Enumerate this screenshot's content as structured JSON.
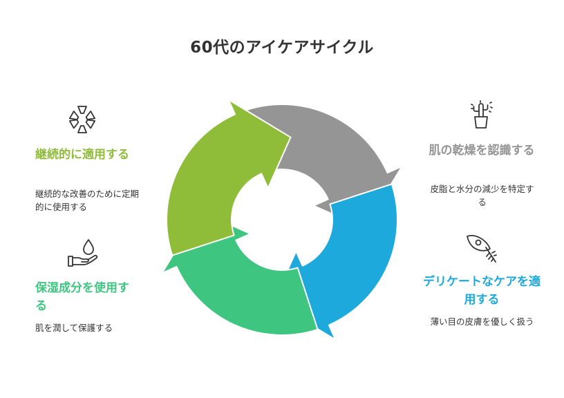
{
  "title": "60代のアイケアサイクル",
  "colors": {
    "gray": "#959595",
    "blue": "#1ea9dc",
    "green": "#3ec681",
    "lime": "#90bd39",
    "text": "#333333"
  },
  "steps": [
    {
      "id": "recognize",
      "title": "肌の乾燥を認識する",
      "description": "皮脂と水分の減少を特定する",
      "icon": "cactus-icon",
      "color": "#959595"
    },
    {
      "id": "delicate-care",
      "title": "デリケートなケアを適用する",
      "description": "薄い目の皮膚を優しく扱う",
      "icon": "feather-icon",
      "color": "#1ea9dc"
    },
    {
      "id": "moisturize",
      "title": "保湿成分を使用する",
      "description": "肌を潤して保護する",
      "icon": "water-drop-hand-icon",
      "color": "#3ec681"
    },
    {
      "id": "continue",
      "title": "継続的に適用する",
      "description": "継続的な改善のために定期的に使用する",
      "icon": "recycle-icon",
      "color": "#90bd39"
    }
  ]
}
